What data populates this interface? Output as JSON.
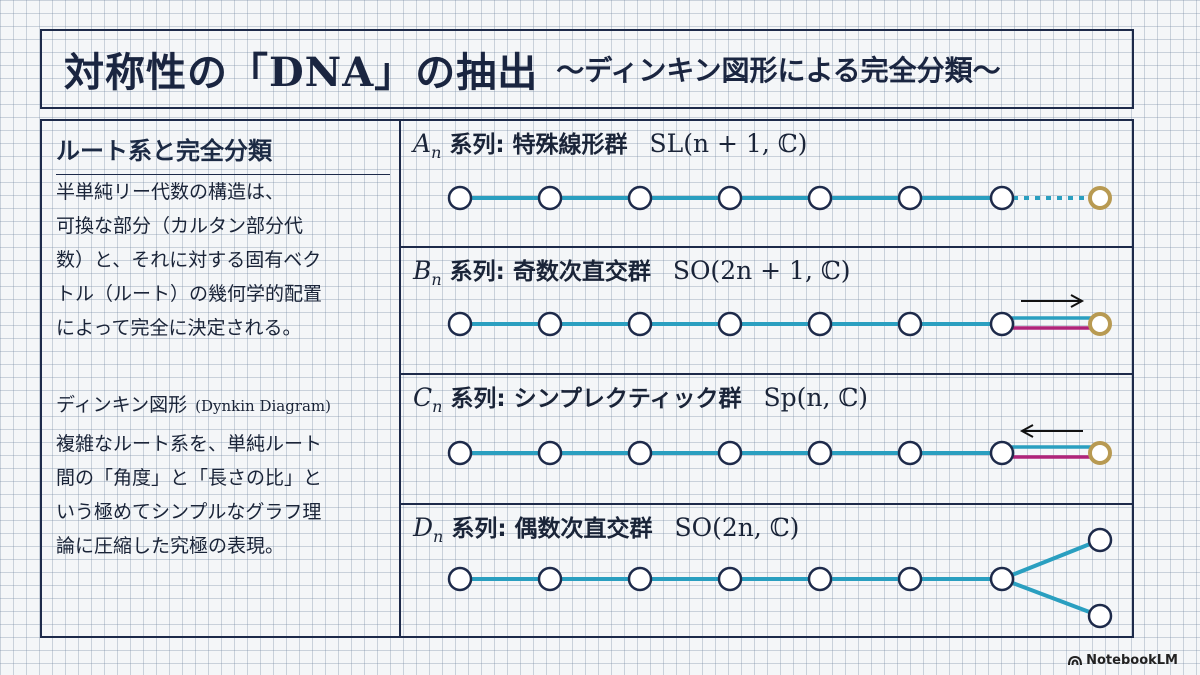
{
  "header": {
    "title": "対称性の「DNA」の抽出",
    "subtitle": "〜ディンキン図形による完全分類〜"
  },
  "left": {
    "heading": "ルート系と完全分類",
    "paragraph1": "半単純リー代数の構造は、\n可換な部分（カルタン部分代\n数）と、それに対する固有ベク\nトル（ルート）の幾何学的配置\nによって完全に決定される。",
    "subheading_jp": "ディンキン図形",
    "subheading_en": "(Dynkin Diagram)",
    "paragraph2": "複雑なルート系を、単純ルート\n間の「角度」と「長さの比」と\nいう極めてシンプルなグラフ理\n論に圧縮した究極の表現。"
  },
  "panels": [
    {
      "letter": "A",
      "sub": "n",
      "jp": "系列: 特殊線形群",
      "group": "SL(n + 1, ℂ)",
      "type": "A"
    },
    {
      "letter": "B",
      "sub": "n",
      "jp": "系列: 奇数次直交群",
      "group": "SO(2n + 1, ℂ)",
      "type": "B"
    },
    {
      "letter": "C",
      "sub": "n",
      "jp": "系列: シンプレクティック群",
      "group": "Sp(n, ℂ)",
      "type": "C"
    },
    {
      "letter": "D",
      "sub": "n",
      "jp": "系列: 偶数次直交群",
      "group": "SO(2n, ℂ)",
      "type": "D"
    }
  ],
  "colors": {
    "navy": "#1d2a4a",
    "teal": "#2a9fc0",
    "magenta": "#b0237a",
    "gold": "#b89a52"
  },
  "brand": {
    "logo_icon": "notebooklm-icon",
    "name": "NotebookLM"
  }
}
